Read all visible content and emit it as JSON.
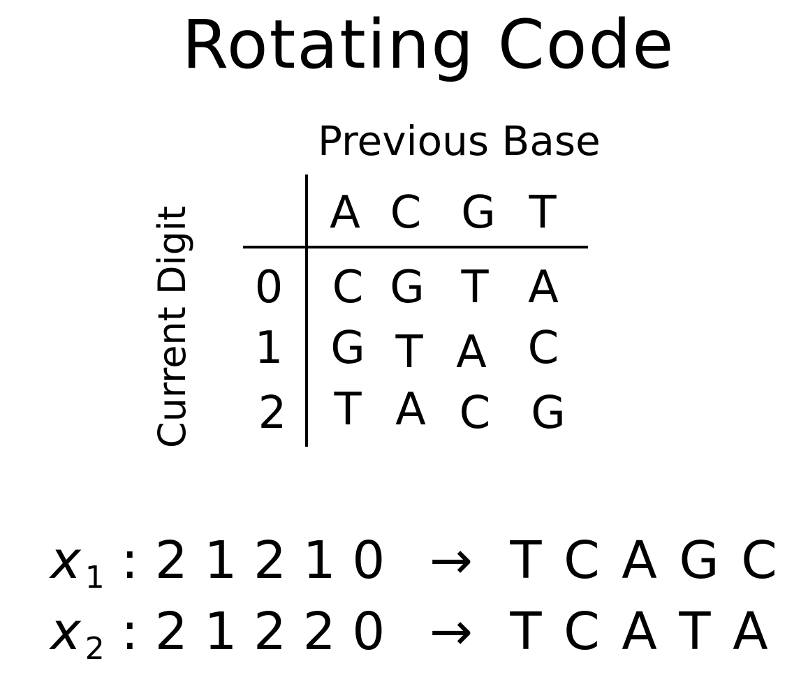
{
  "title": "Rotating Code",
  "table": {
    "column_header_label": "Previous Base",
    "row_header_label": "Current Digit",
    "columns": [
      "A",
      "C",
      "G",
      "T"
    ],
    "rows": [
      {
        "digit": "0",
        "cells": [
          "C",
          "G",
          "T",
          "A"
        ]
      },
      {
        "digit": "1",
        "cells": [
          "G",
          "T",
          "A",
          "C"
        ]
      },
      {
        "digit": "2",
        "cells": [
          "T",
          "A",
          "C",
          "G"
        ]
      }
    ]
  },
  "examples": [
    {
      "var": "x",
      "sub": "1",
      "digits": "2 1 2 1 0",
      "arrow": "→",
      "bases": "T C A G C"
    },
    {
      "var": "x",
      "sub": "2",
      "digits": "2 1 2 2 0",
      "arrow": "→",
      "bases": "T C A T A"
    }
  ]
}
